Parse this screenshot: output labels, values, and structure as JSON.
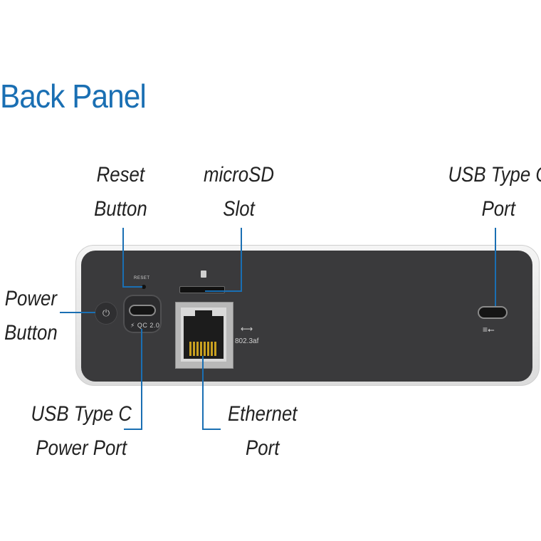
{
  "title": "Back Panel",
  "labels": {
    "reset_button": [
      "Reset",
      "Button"
    ],
    "microsd_slot": [
      "microSD",
      "Slot"
    ],
    "usb_c_port": [
      "USB Type C",
      "Port"
    ],
    "power_button": [
      "Power",
      "Button"
    ],
    "usb_c_power_port": [
      "USB Type C",
      "Power Port"
    ],
    "ethernet_port": [
      "Ethernet",
      "Port"
    ]
  },
  "device": {
    "reset_marking": "RESET",
    "qc_marking": "QC 2.0",
    "poe_marking": "802.3af",
    "power_icon": "power-icon",
    "ethernet_icon": "bidirectional-arrow-icon",
    "usb_icon": "usb-symbol-icon"
  },
  "colors": {
    "accent": "#1a6fb3",
    "device_face": "#3a3a3c",
    "device_shell": "#e6e6e6"
  }
}
